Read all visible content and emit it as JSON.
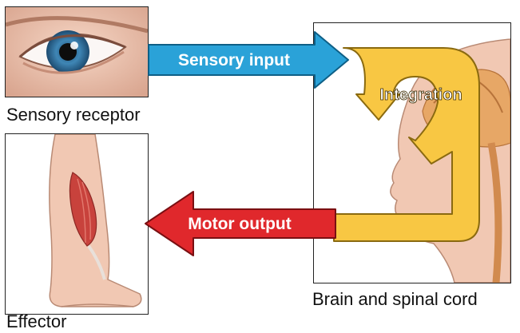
{
  "labels": {
    "sensory_receptor": "Sensory receptor",
    "effector": "Effector",
    "brain_spinal_cord": "Brain and spinal cord"
  },
  "arrows": {
    "sensory_input": "Sensory input",
    "integration": "Integration",
    "motor_output": "Motor output"
  },
  "colors": {
    "sensory_arrow": "#2aa2d8",
    "motor_arrow": "#e0282c",
    "integration_loop": "#f8c743",
    "skin": "#f0c7b1",
    "iris": "#3f86b5",
    "muscle": "#c8423c"
  }
}
